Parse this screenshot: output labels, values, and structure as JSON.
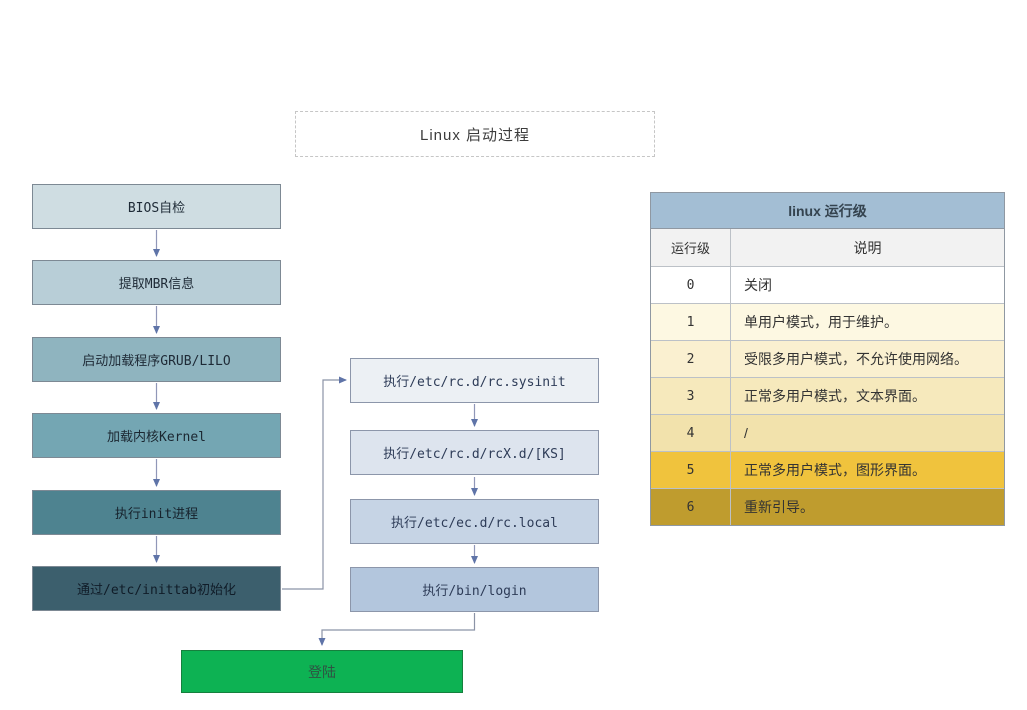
{
  "title_box": {
    "label": "Linux 启动过程"
  },
  "flow": {
    "left_steps": [
      {
        "label": "BIOS自检",
        "bg": "#cfdde2",
        "fg": "#1e2a36"
      },
      {
        "label": "提取MBR信息",
        "bg": "#b8ced7",
        "fg": "#1e2a36"
      },
      {
        "label": "启动加载程序GRUB/LILO",
        "bg": "#8fb4bf",
        "fg": "#1e2a36"
      },
      {
        "label": "加载内核Kernel",
        "bg": "#74a6b3",
        "fg": "#1b2731"
      },
      {
        "label": "执行init进程",
        "bg": "#4e8390",
        "fg": "#16222c"
      },
      {
        "label": "通过/etc/inittab初始化",
        "bg": "#3c5f6d",
        "fg": "#101c28"
      }
    ],
    "right_steps": [
      {
        "label": "执行/etc/rc.d/rc.sysinit",
        "bg": "#ecf0f4",
        "fg": "#2e3c58"
      },
      {
        "label": "执行/etc/rc.d/rcX.d/[KS]",
        "bg": "#dde4ee",
        "fg": "#2e3c58"
      },
      {
        "label": "执行/etc/ec.d/rc.local",
        "bg": "#c6d4e5",
        "fg": "#2e3c58"
      },
      {
        "label": "执行/bin/login",
        "bg": "#b3c6dd",
        "fg": "#2e3c58"
      }
    ],
    "final_step": {
      "label": "登陆",
      "bg": "#0db253",
      "fg": "#2f5243"
    },
    "arrow_shaft_color": "#9097b8",
    "arrowhead_color": "#5f74a8",
    "connector_color": "#8b93a6"
  },
  "table": {
    "title": "linux 运行级",
    "title_bg": "#a3bed4",
    "header_bg": "#f2f2f2",
    "columns": [
      "运行级",
      "说明"
    ],
    "rows": [
      {
        "level": "0",
        "desc": "关闭",
        "bg": "#ffffff"
      },
      {
        "level": "1",
        "desc": "单用户模式，用于维护。",
        "bg": "#fdf8e2"
      },
      {
        "level": "2",
        "desc": "受限多用户模式，不允许使用网络。",
        "bg": "#faf0d0"
      },
      {
        "level": "3",
        "desc": "正常多用户模式，文本界面。",
        "bg": "#f6e9bc"
      },
      {
        "level": "4",
        "desc": "/",
        "bg": "#f2e2ac"
      },
      {
        "level": "5",
        "desc": "正常多用户模式，图形界面。",
        "bg": "#f0c33d"
      },
      {
        "level": "6",
        "desc": "重新引导。",
        "bg": "#bf9c2e"
      }
    ]
  }
}
